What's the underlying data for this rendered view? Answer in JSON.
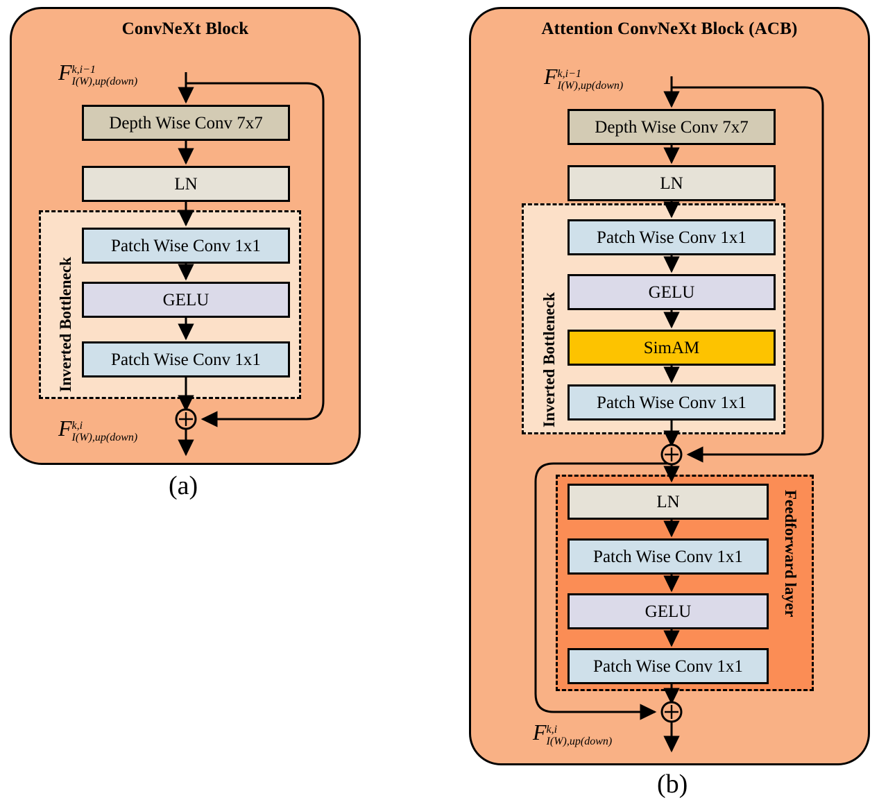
{
  "figure": {
    "panels": [
      {
        "id": "convnext-block",
        "title": "ConvNeXt Block",
        "caption": "(a)",
        "input_label": {
          "base": "F",
          "sup": "k,i−1",
          "sub": "I(W),up(down)"
        },
        "output_label": {
          "base": "F",
          "sup": "k,i",
          "sub": "I(W),up(down)"
        },
        "group_label": "Inverted Bottleneck",
        "blocks": [
          {
            "label": "Depth Wise Conv 7x7",
            "color": "#d3cbb4"
          },
          {
            "label": "LN",
            "color": "#e6e2d7"
          },
          {
            "label": "Patch Wise Conv 1x1",
            "color": "#cfe0ea"
          },
          {
            "label": "GELU",
            "color": "#dbdae9"
          },
          {
            "label": "Patch Wise Conv 1x1",
            "color": "#cfe0ea"
          }
        ],
        "operators": [
          "⊕"
        ]
      },
      {
        "id": "attention-convnext-block",
        "title": "Attention ConvNeXt Block (ACB)",
        "caption": "(b)",
        "input_label": {
          "base": "F",
          "sup": "k,i−1",
          "sub": "I(W),up(down)"
        },
        "output_label": {
          "base": "F",
          "sup": "k,i",
          "sub": "I(W),up(down)"
        },
        "group_label": "Inverted Bottleneck",
        "group_label_2": "Feedforward layer",
        "blocks": [
          {
            "label": "Depth Wise Conv 7x7",
            "color": "#d3cbb4"
          },
          {
            "label": "LN",
            "color": "#e6e2d7"
          },
          {
            "label": "Patch Wise Conv 1x1",
            "color": "#cfe0ea"
          },
          {
            "label": "GELU",
            "color": "#dbdae9"
          },
          {
            "label": "SimAM",
            "color": "#fdc300"
          },
          {
            "label": "Patch Wise Conv 1x1",
            "color": "#cfe0ea"
          }
        ],
        "ff_blocks": [
          {
            "label": "LN",
            "color": "#e6e2d7"
          },
          {
            "label": "Patch Wise Conv 1x1",
            "color": "#cfe0ea"
          },
          {
            "label": "GELU",
            "color": "#dbdae9"
          },
          {
            "label": "Patch Wise Conv 1x1",
            "color": "#cfe0ea"
          }
        ],
        "operators": [
          "⊕",
          "⊕"
        ]
      }
    ],
    "colors": {
      "panel_background": "#f9b185",
      "bottleneck_background": "#fce0c8",
      "feedforward_background": "#fb8d55",
      "stroke": "#000000",
      "page_background": "#ffffff"
    }
  }
}
